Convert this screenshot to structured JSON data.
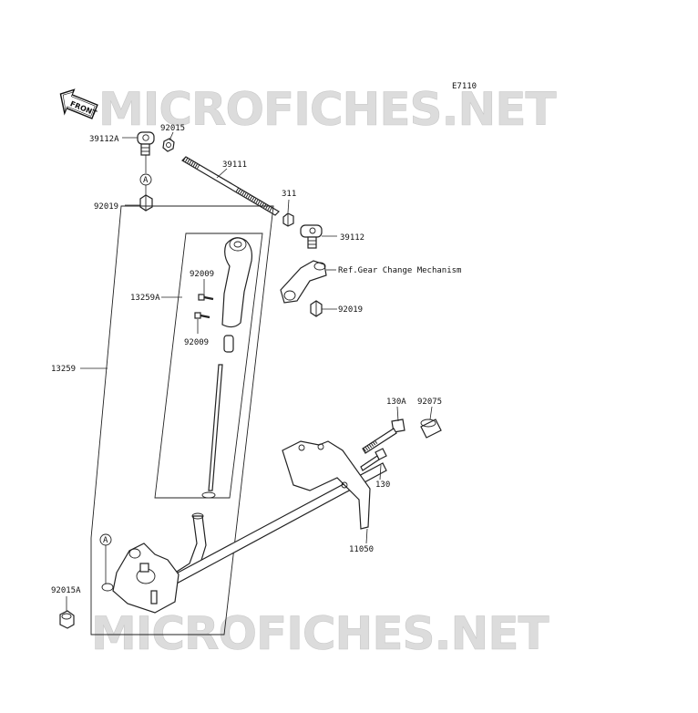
{
  "diagram_id": "E7110",
  "watermark": "MICROFICHES.NET",
  "front_label": "FRONT",
  "callouts": {
    "p39112A": "39112A",
    "p92015": "92015",
    "circleA_top": "A",
    "p92019_top": "92019",
    "p39111": "39111",
    "p311": "311",
    "p39112": "39112",
    "ref_gear": "Ref.Gear Change Mechanism",
    "p92019_right": "92019",
    "p13259A": "13259A",
    "p92009_a": "92009",
    "p92009_b": "92009",
    "p13259": "13259",
    "p130A": "130A",
    "p92075": "92075",
    "p130": "130",
    "p11050": "11050",
    "circleA_bottom": "A",
    "p92015A": "92015A"
  }
}
